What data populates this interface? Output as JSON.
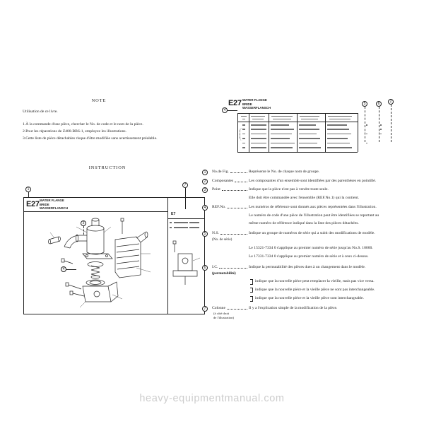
{
  "note": {
    "title": "NOTE",
    "intro": "Utilisation de ce livre.",
    "items": [
      "1.À la commande d'une pièce, chercher le No. de code et le nom de la pièce.",
      "2.Pour les réparations de Z400-BBS-1, employez les illustrations.",
      "3.Cette liste de pièce détachables risque d'être modifiée sans avertissement préalable."
    ]
  },
  "parts_list_sample": {
    "fig_no": "E27",
    "title_en": "WATER FLANGE",
    "title_fr": "BRIDE",
    "title_de": "WASSERFLANSCH",
    "ref_marker": "4",
    "column_markers": [
      "5",
      "6",
      "2"
    ]
  },
  "instruction": {
    "title": "INSTRUCTION",
    "figure": {
      "fig_no": "E27",
      "title_en": "WATER FLANGE",
      "title_fr": "BRIDE",
      "title_de": "WASSERFLANSCH",
      "column_header": "E7",
      "markers": {
        "fig": "1",
        "column": "7",
        "point": "3",
        "ref": "4"
      }
    },
    "entries": [
      {
        "marker": "1",
        "label": "No.de Fig.",
        "lines": [
          "Représente le No. de chaque nom de groupe."
        ]
      },
      {
        "marker": "2",
        "label": "Composantes",
        "lines": [
          "Les composantes d'un ensemble sont identifiées par des parenthèses en pointillé."
        ]
      },
      {
        "marker": "3",
        "label": "Point",
        "lines": [
          "Indique que la pièce n'est pas à vendre toute seule.",
          "Elle doit être commandée avec l'ensemble (REF.No.1) qui la contient."
        ]
      },
      {
        "marker": "4",
        "label": "REF.No.",
        "lines": [
          "Les numéros de référence sont donnés aux pièces représentées dans l'illustration.",
          "Le numéro de code d'une pièce de l'illustration peut être identifiées se reportant au",
          "même numéro de référence indiqué dans la liste des pièces détachées."
        ]
      },
      {
        "marker": "5",
        "label": "N.S.",
        "sublabel": "(No. de série)",
        "lines": [
          "Indique un groupe de numéros de série qui a subit des modifications de modèle.",
          "Le 15321-7334 0 s'applique au premier numéro de série jusqu'au No.S. 10000.",
          "Le 17331-7334 0 s'applique au premier numéro de série et à ceux ci-dessus."
        ]
      },
      {
        "marker": "6",
        "label": "I.C.",
        "sublabel": "(permutabilité)",
        "lines": [
          "Indique la permutabilité des pièces dues à un changement dans le modèle.",
          "indique que la nouvelle pièce peut remplacer la vieille, mais pas vice versa.",
          "indique que la nouvelle pièce et la vieille pièce ne sont pas interchangeable.",
          "indique que la nouvelle pièce et la vieille pièce sont interchangeable."
        ]
      },
      {
        "marker": "7",
        "label": "Colonne",
        "sublabel_lines": [
          "(à côté droit",
          "de l'illustration)"
        ],
        "lines": [
          "Il y a l'explication simple de la modification de la pièce."
        ]
      }
    ]
  },
  "watermark": "heavy-equipmentmanual.com"
}
